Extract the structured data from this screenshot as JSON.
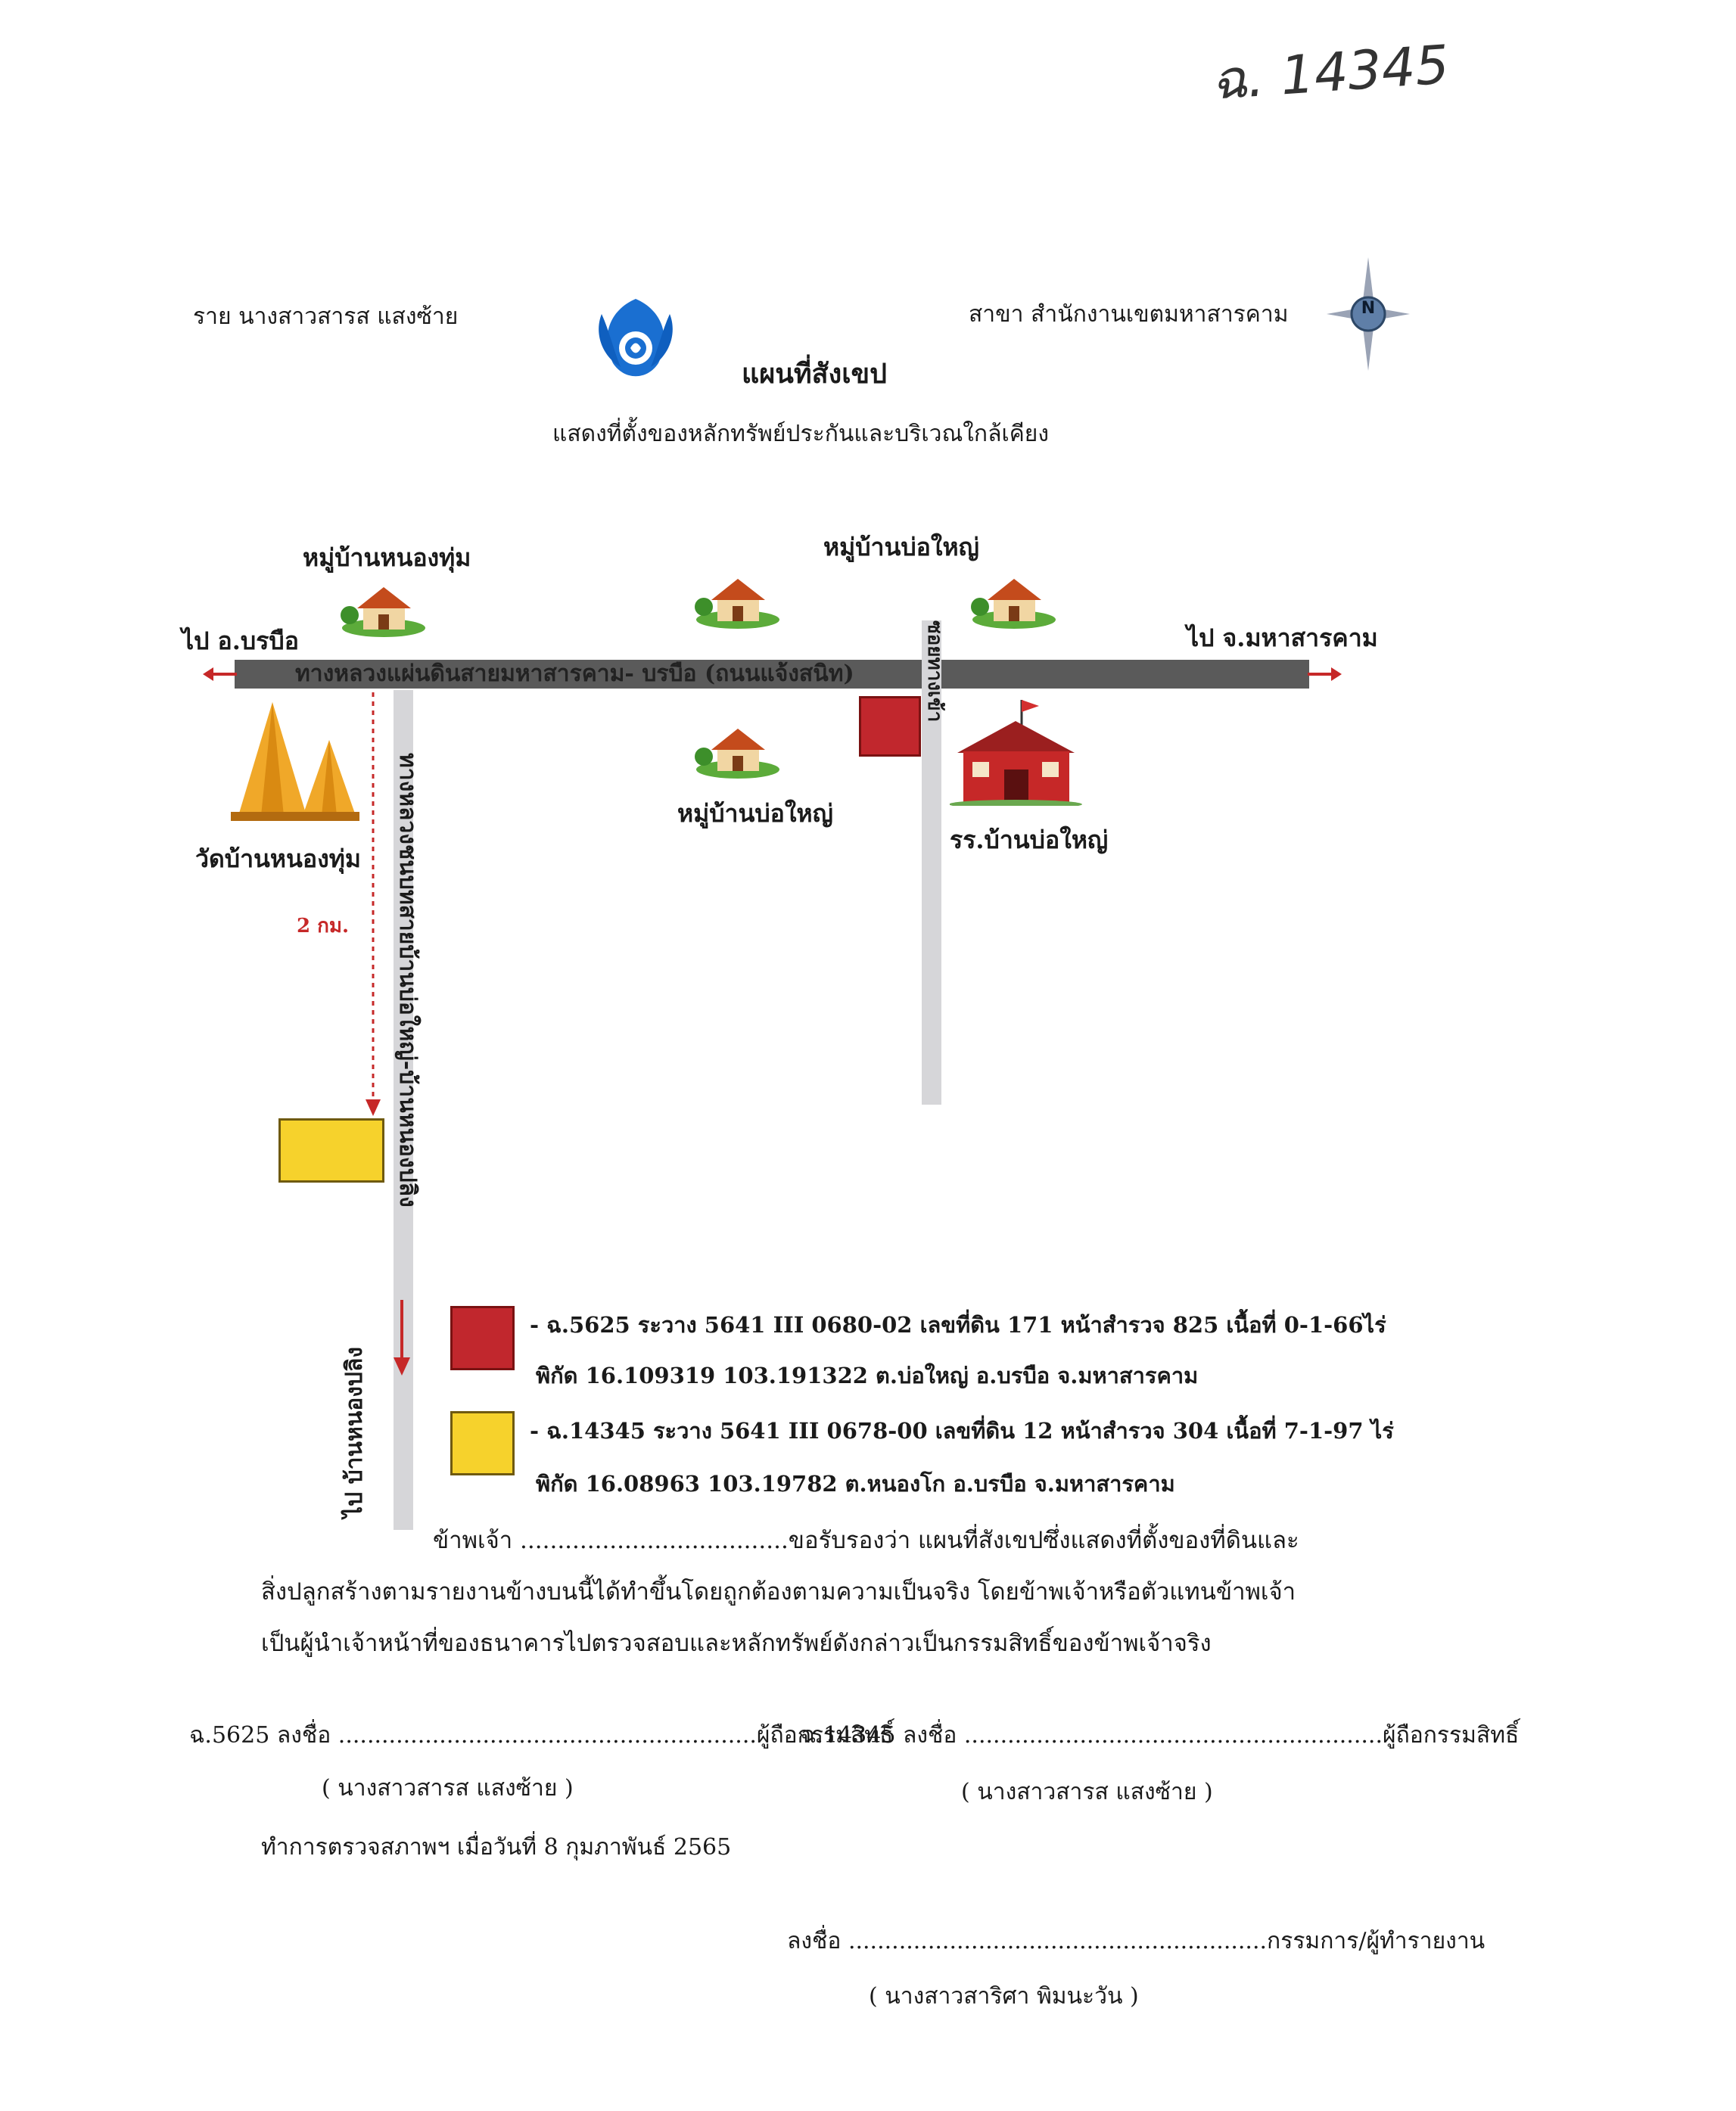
{
  "handwritten_note": "ฉ. 14345",
  "header": {
    "left": "ราย นางสาวสารส แสงซ้าย",
    "right": "สาขา สำนักงานเขตมหาสารคาม",
    "title": "แผนที่สังเขป",
    "subtitle": "แสดงที่ตั้งของหลักทรัพย์ประกันและบริเวณใกล้เคียง",
    "compass_letter": "N"
  },
  "map": {
    "village_nong_tum": "หมู่บ้านหนองทุ่ม",
    "village_bo_yai_top": "หมู่บ้านบ่อใหญ่",
    "village_bo_yai_bottom": "หมู่บ้านบ่อใหญ่",
    "to_borabue": "ไป อ.บรบือ",
    "to_mahasarakham": "ไป จ.มหาสารคาม",
    "highway_label": "ทางหลวงแผ่นดินสายมหาสารคาม- บรบือ (ถนนแจ้งสนิท)",
    "soi_label": "ซอยทางเข้า",
    "temple_label": "วัดบ้านหนองทุ่ม",
    "school_label": "รร.บ้านบ่อใหญ่",
    "distance_label": "2 กม.",
    "rural_road_label": "ทางหลวงชนบทสายบ้านบ่อใหญ่-บ้านหนองปลิง",
    "to_nong_pling": "ไป บ้านหนองปลิง",
    "colors": {
      "red_plot": "#c1272d",
      "yellow_plot": "#f6d22c",
      "arrow": "#c62828"
    }
  },
  "legend": [
    {
      "line1": "- ฉ.5625   ระวาง 5641 III 0680-02 เลขที่ดิน 171 หน้าสำรวจ 825 เนื้อที่ 0-1-66ไร่",
      "line2": "พิกัด 16.109319 103.191322 ต.บ่อใหญ่  อ.บรบือ จ.มหาสารคาม"
    },
    {
      "line1": "- ฉ.14345  ระวาง 5641 III 0678-00 เลขที่ดิน 12 หน้าสำรวจ 304 เนื้อที่ 7-1-97 ไร่",
      "line2": "พิกัด 16.08963 103.19782 ต.หนองโก  อ.บรบือ จ.มหาสารคาม"
    }
  ],
  "certification": {
    "line1": "ข้าพเจ้า ....................................ขอรับรองว่า แผนที่สังเขปซึ่งแสดงที่ตั้งของที่ดินและ",
    "line2": "สิ่งปลูกสร้างตามรายงานข้างบนนี้ได้ทำขึ้นโดยถูกต้องตามความเป็นจริง   โดยข้าพเจ้าหรือตัวแทนข้าพเจ้า",
    "line3": "เป็นผู้นำเจ้าหน้าที่ของธนาคารไปตรวจสอบและหลักทรัพย์ดังกล่าวเป็นกรรมสิทธิ์ของข้าพเจ้าจริง"
  },
  "signatures": {
    "owner1": "ฉ.5625 ลงชื่อ ..........................................................ผู้ถือกรรมสิทธิ์",
    "owner2": "ฉ.14345 ลงชื่อ ..........................................................ผู้ถือกรรมสิทธิ์",
    "owner1_name": "( นางสาวสารส แสงซ้าย )",
    "owner2_name": "( นางสาวสารส แสงซ้าย )",
    "inspection_date": "ทำการตรวจสภาพฯ เมื่อวันที่  8 กุมภาพันธ์ 2565",
    "officer": "ลงชื่อ ..........................................................กรรมการ/ผู้ทำรายงาน",
    "officer_name": "( นางสาวสาริศา  พิมนะวัน )"
  }
}
